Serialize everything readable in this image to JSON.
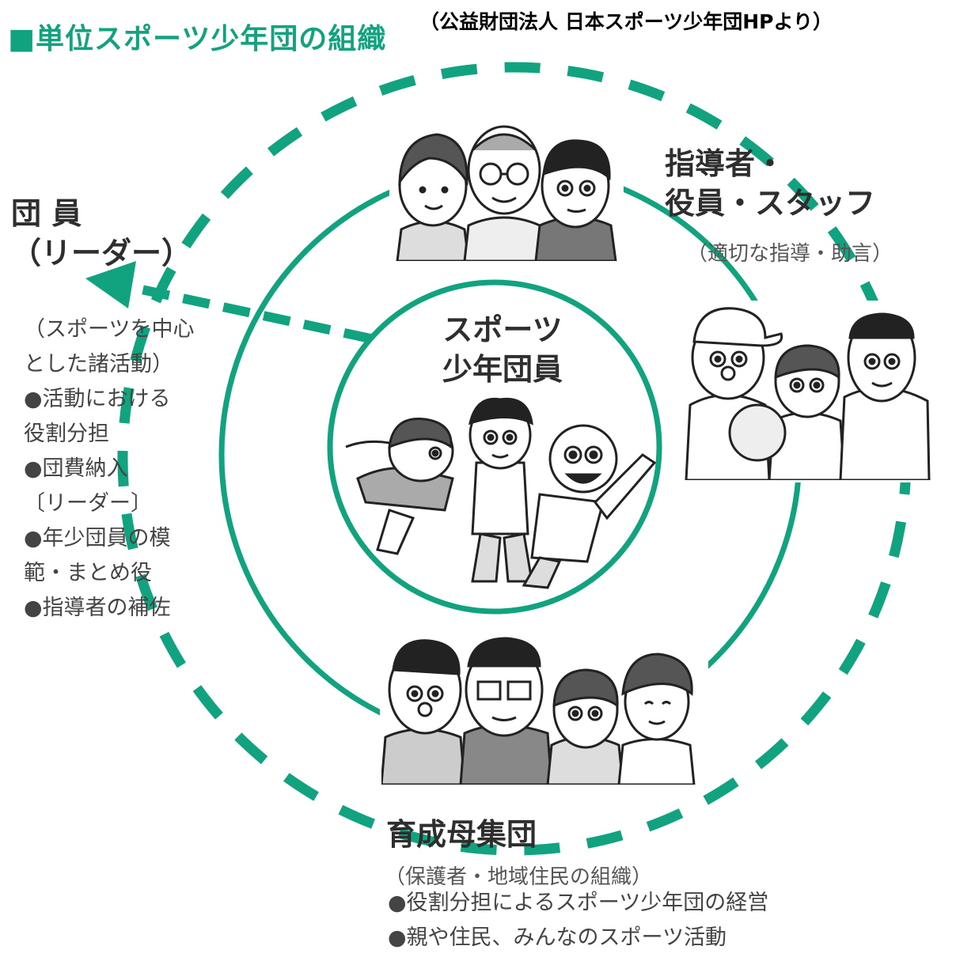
{
  "header": {
    "title": "■単位スポーツ少年団の組織",
    "source": "（公益財団法人 日本スポーツ少年団HPより）"
  },
  "center": {
    "label_line1": "スポーツ",
    "label_line2": "少年団員"
  },
  "leaders": {
    "title_line1": "指導者・",
    "title_line2": "役員・スタッフ",
    "note": "（適切な指導・助言）"
  },
  "members": {
    "title_line1": "団 員",
    "title_line2": "（リーダー）",
    "items": [
      "（スポーツを中心",
      "とした諸活動）",
      "●活動における",
      "役割分担",
      "●団費納入",
      "〔リーダー〕",
      "●年少団員の模",
      "範・まとめ役",
      "●指導者の補佐"
    ]
  },
  "parents": {
    "title": "育成母集団",
    "note": "（保護者・地域住民の組織）",
    "items": [
      "●役割分担によるスポーツ少年団の経営",
      "●親や住民、みんなのスポーツ活動"
    ]
  },
  "colors": {
    "accent": "#11a37f",
    "text": "#333333"
  }
}
